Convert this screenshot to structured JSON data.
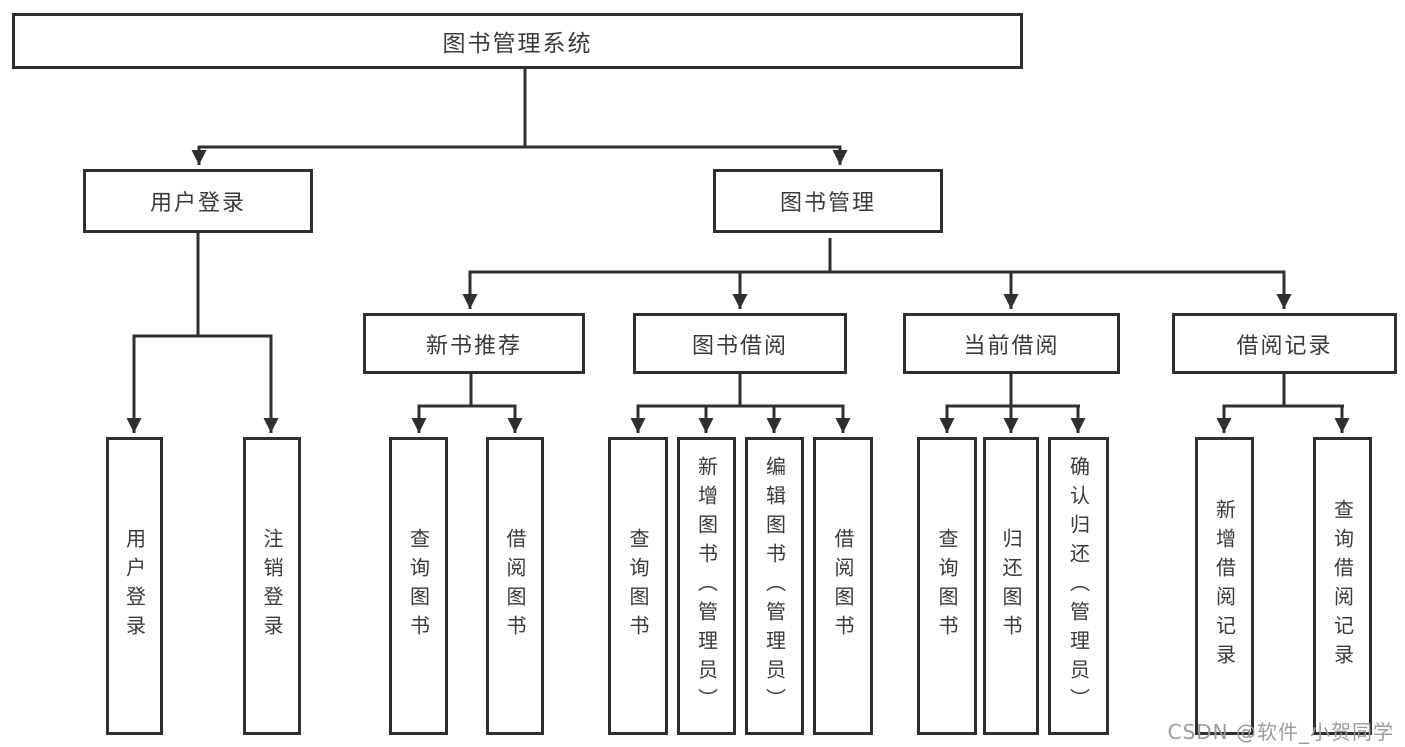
{
  "diagram": {
    "type": "hierarchy-org-chart",
    "watermark": "CSDN @软件_小贺同学",
    "colors": {
      "line": "#2f2f2f",
      "box_border": "#2f2f2f",
      "box_fill": "#ffffff",
      "text": "#3a3a3a",
      "watermark": "#9b9b9b",
      "background": "#ffffff"
    },
    "tree": {
      "label": "图书管理系统",
      "children": [
        {
          "label": "用户登录",
          "children": [
            {
              "label": "用户登录"
            },
            {
              "label": "注销登录"
            }
          ]
        },
        {
          "label": "图书管理",
          "children": [
            {
              "label": "新书推荐",
              "children": [
                {
                  "label": "查询图书"
                },
                {
                  "label": "借阅图书"
                }
              ]
            },
            {
              "label": "图书借阅",
              "children": [
                {
                  "label": "查询图书"
                },
                {
                  "label": "新增图书（管理员）"
                },
                {
                  "label": "编辑图书（管理员）"
                },
                {
                  "label": "借阅图书"
                }
              ]
            },
            {
              "label": "当前借阅",
              "children": [
                {
                  "label": "查询图书"
                },
                {
                  "label": "归还图书"
                },
                {
                  "label": "确认归还（管理员）"
                }
              ]
            },
            {
              "label": "借阅记录",
              "children": [
                {
                  "label": "新增借阅记录"
                },
                {
                  "label": "查询借阅记录"
                }
              ]
            }
          ]
        }
      ]
    }
  }
}
